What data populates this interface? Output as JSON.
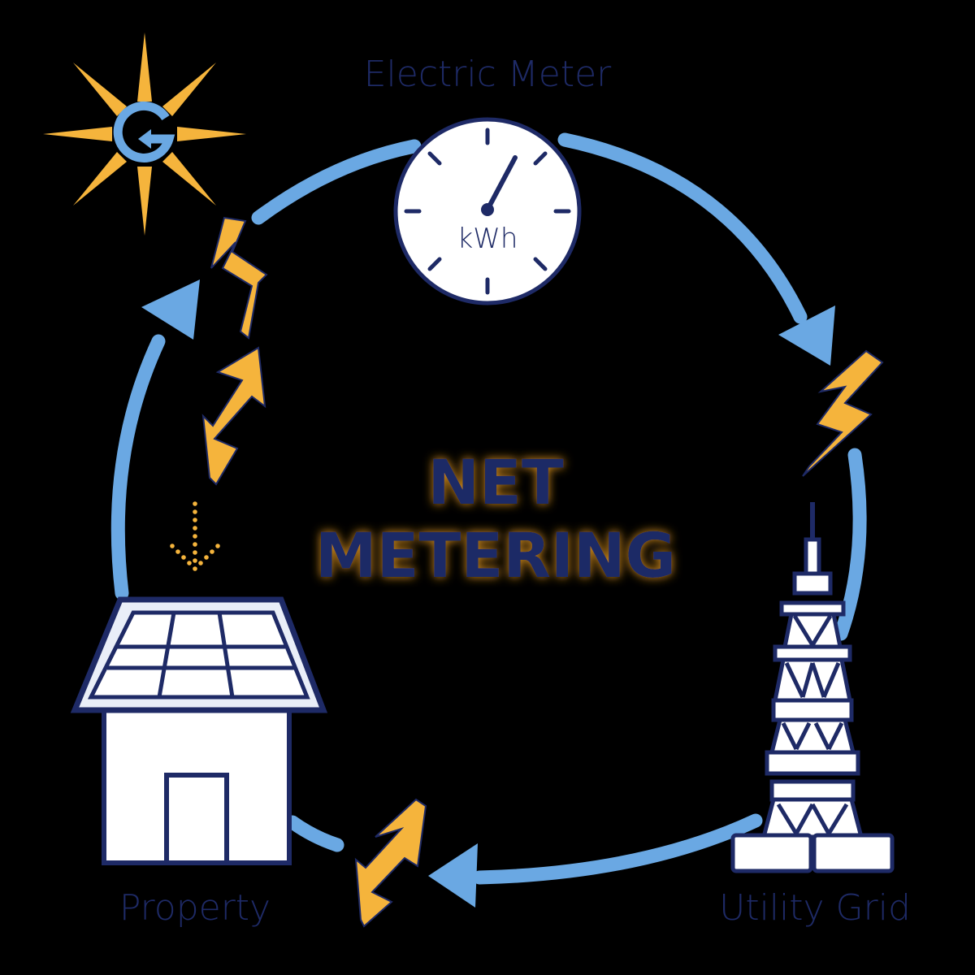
{
  "title": {
    "line1": "NET",
    "line2": "METERING"
  },
  "labels": {
    "electric_meter": "Electric Meter",
    "property": "Property",
    "utility_grid": "Utility Grid",
    "meter_unit": "kWh"
  },
  "icons": [
    "sun-icon",
    "logo-icon",
    "meter-icon",
    "house-icon",
    "solar-panel-icon",
    "tower-icon",
    "lightning-icon",
    "arrow-icon",
    "down-arrow-icon"
  ],
  "colors": {
    "background": "#000000",
    "cycle_arrow": "#6aa8e3",
    "accent_navy": "#1e2a66",
    "lightning": "#f5b43c",
    "white": "#ffffff",
    "title_glow": "#f0a020"
  }
}
